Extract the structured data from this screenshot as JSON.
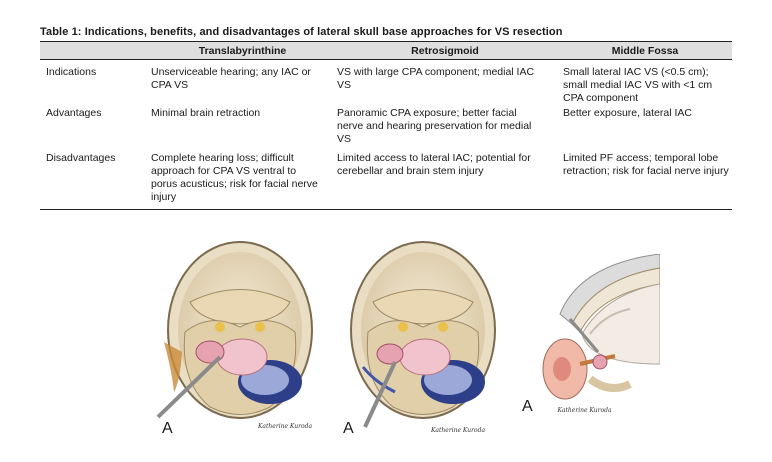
{
  "table": {
    "caption": "Table 1: Indications, benefits, and disadvantages of lateral skull base approaches for VS resection",
    "headers": [
      "",
      "Translabyrinthine",
      "Retrosigmoid",
      "Middle Fossa"
    ],
    "rows": [
      {
        "label": "Indications",
        "cells": [
          "Unserviceable hearing; any IAC or CPA VS",
          "VS with large CPA component; medial IAC VS",
          "Small lateral IAC VS (<0.5 cm); small medial IAC VS with <1 cm CPA component"
        ]
      },
      {
        "label": "Advantages",
        "cells": [
          "Minimal brain retraction",
          "Panoramic CPA exposure; better facial nerve and hearing preservation for medial VS",
          "Better exposure, lateral IAC"
        ]
      },
      {
        "label": "Disadvantages",
        "cells": [
          "Complete hearing loss; difficult approach for CPA VS ventral to porus acusticus; risk for facial nerve injury",
          "Limited access to lateral IAC; potential for cerebellar and brain stem injury",
          "Limited PF access; temporal lobe retraction; risk for facial nerve injury"
        ]
      }
    ]
  },
  "figures": [
    {
      "letter": "A",
      "signature": "Katherine Kuroda"
    },
    {
      "letter": "A",
      "signature": "Katherine Kuroda"
    },
    {
      "letter": "A",
      "signature": "Katherine Kuroda"
    }
  ]
}
